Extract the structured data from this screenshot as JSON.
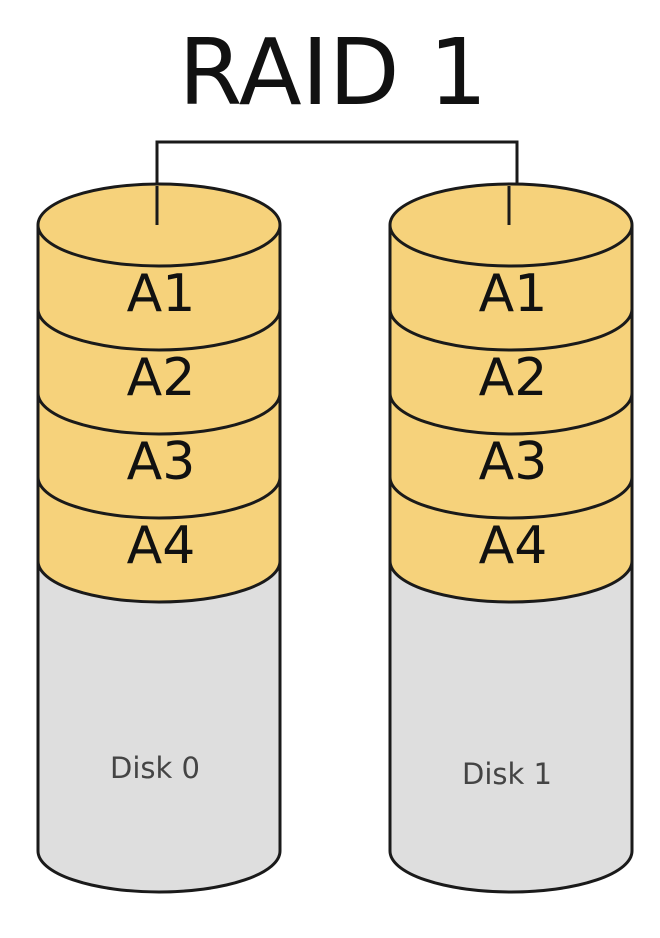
{
  "title": "RAID 1",
  "colors": {
    "data_block": "#f6d27b",
    "disk_body": "#dedede",
    "outline": "#1a1a1a"
  },
  "disks": [
    {
      "label": "Disk 0",
      "blocks": [
        "A1",
        "A2",
        "A3",
        "A4"
      ]
    },
    {
      "label": "Disk 1",
      "blocks": [
        "A1",
        "A2",
        "A3",
        "A4"
      ]
    }
  ]
}
